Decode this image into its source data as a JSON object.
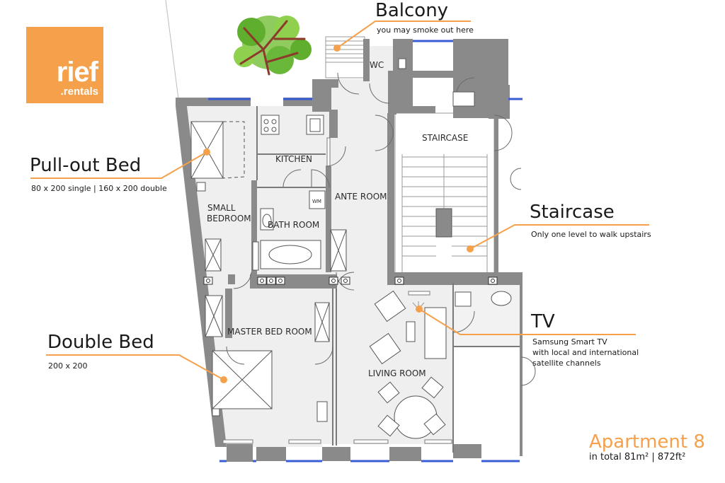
{
  "logo": {
    "line1": "rief",
    "line2": ".rentals"
  },
  "rooms": {
    "wc": "WC",
    "staircase": "STAIRCASE",
    "kitchen": "KITCHEN",
    "ante_room": "ANTE ROOM",
    "small_bedroom_1": "SMALL",
    "small_bedroom_2": "BEDROOM",
    "bath_room": "BATH ROOM",
    "wm": "WM",
    "master_bed_room": "MASTER BED ROOM",
    "living_room": "LIVING ROOM"
  },
  "callouts": {
    "balcony": {
      "title": "Balcony",
      "subtitle": "you may smoke out here"
    },
    "pullout_bed": {
      "title": "Pull-out Bed",
      "subtitle": "80 x 200 single | 160 x 200 double"
    },
    "staircase": {
      "title": "Staircase",
      "subtitle": "Only one level to walk upstairs"
    },
    "tv": {
      "title": "TV",
      "line1": "Samsung Smart TV",
      "line2": "with local and international",
      "line3": "satellite channels"
    },
    "double_bed": {
      "title": "Double Bed",
      "subtitle": "200 x 200"
    }
  },
  "apartment": {
    "title": "Apartment 8",
    "subtitle": "in total 81m² | 872ft²"
  },
  "colors": {
    "accent": "#f5a04a",
    "wall": "#8a8a8a",
    "floor": "#efefef",
    "window": "#3a5bd6"
  }
}
